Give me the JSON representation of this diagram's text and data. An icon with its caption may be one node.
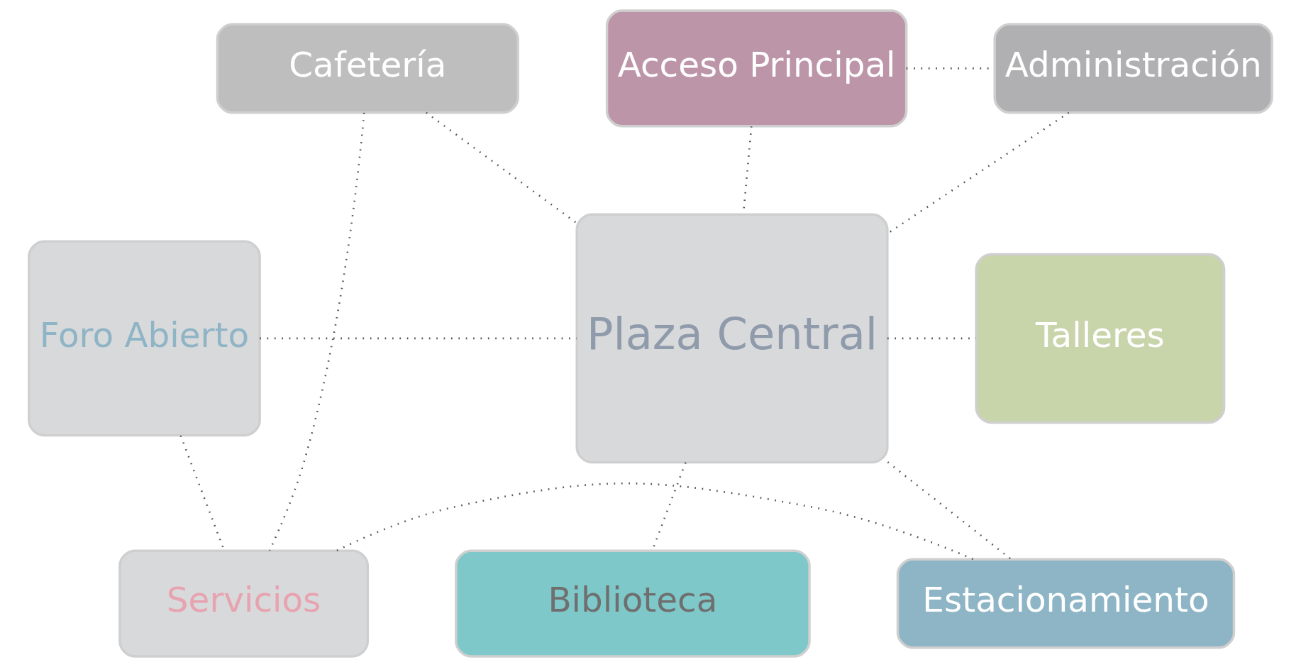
{
  "diagram": {
    "nodes": [
      {
        "text": [
          "Cafetería"
        ]
      },
      {
        "text": [
          "Acceso Principal"
        ]
      },
      {
        "text": [
          "Administración"
        ]
      },
      {
        "text": [
          "Foro Abierto"
        ]
      },
      {
        "text": [
          "Plaza Central"
        ]
      },
      {
        "text": [
          "Talleres"
        ]
      },
      {
        "text": [
          "Servicios"
        ]
      },
      {
        "text": [
          "Estacionamiento"
        ]
      },
      {
        "text": [
          "Biblioteca"
        ]
      }
    ],
    "edges": [
      {
        "from": 0,
        "to": 4,
        "arrow": "none"
      },
      {
        "from": 1,
        "to": 4,
        "arrow": "none"
      },
      {
        "from": 1,
        "to": 2,
        "arrow": "none"
      },
      {
        "from": 2,
        "to": 4,
        "arrow": "none"
      },
      {
        "from": 3,
        "to": 4,
        "arrow": "none"
      },
      {
        "from": 4,
        "to": 5,
        "arrow": "none"
      },
      {
        "from": 4,
        "to": 8,
        "arrow": "none"
      },
      {
        "from": 4,
        "to": 7,
        "arrow": "none"
      },
      {
        "from": 0,
        "to": 6,
        "arrow": "none"
      },
      {
        "from": 3,
        "to": 6,
        "arrow": "none"
      },
      {
        "from": 6,
        "to": 7,
        "arrow": "none"
      }
    ]
  }
}
